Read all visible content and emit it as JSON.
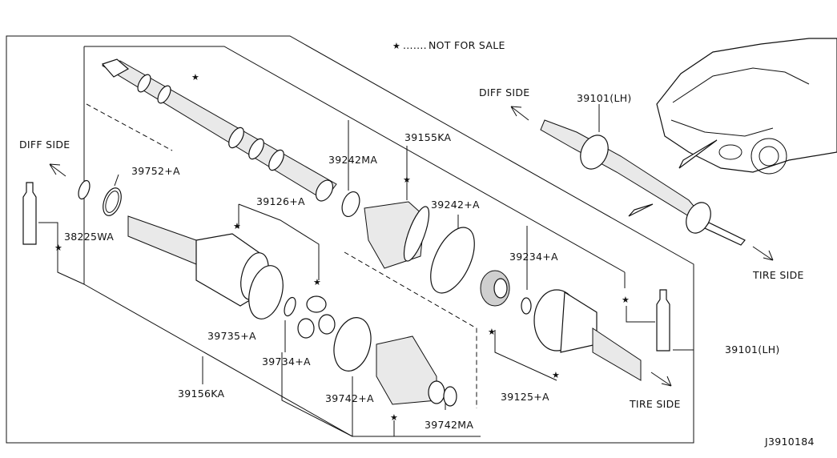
{
  "legend": {
    "star": "★",
    "text": "NOT FOR SALE",
    "dots": "......."
  },
  "diagram_id": "J3910184",
  "directions": {
    "diff_side_left": "DIFF SIDE",
    "diff_side_right": "DIFF SIDE",
    "tire_side_top": "TIRE SIDE",
    "tire_side_bottom": "TIRE SIDE"
  },
  "part_labels": {
    "p39752A": "39752+A",
    "p38225WA": "38225WA",
    "p39242MA": "39242MA",
    "p39155KA": "39155KA",
    "p39126A": "39126+A",
    "p39242A": "39242+A",
    "p39234A": "39234+A",
    "p39735A": "39735+A",
    "p39734A": "39734+A",
    "p39156KA": "39156KA",
    "p39742A": "39742+A",
    "p39742MA": "39742MA",
    "p39125A": "39125+A",
    "p39101LH_top": "39101(LH)",
    "p39101LH_right": "39101(LH)"
  }
}
